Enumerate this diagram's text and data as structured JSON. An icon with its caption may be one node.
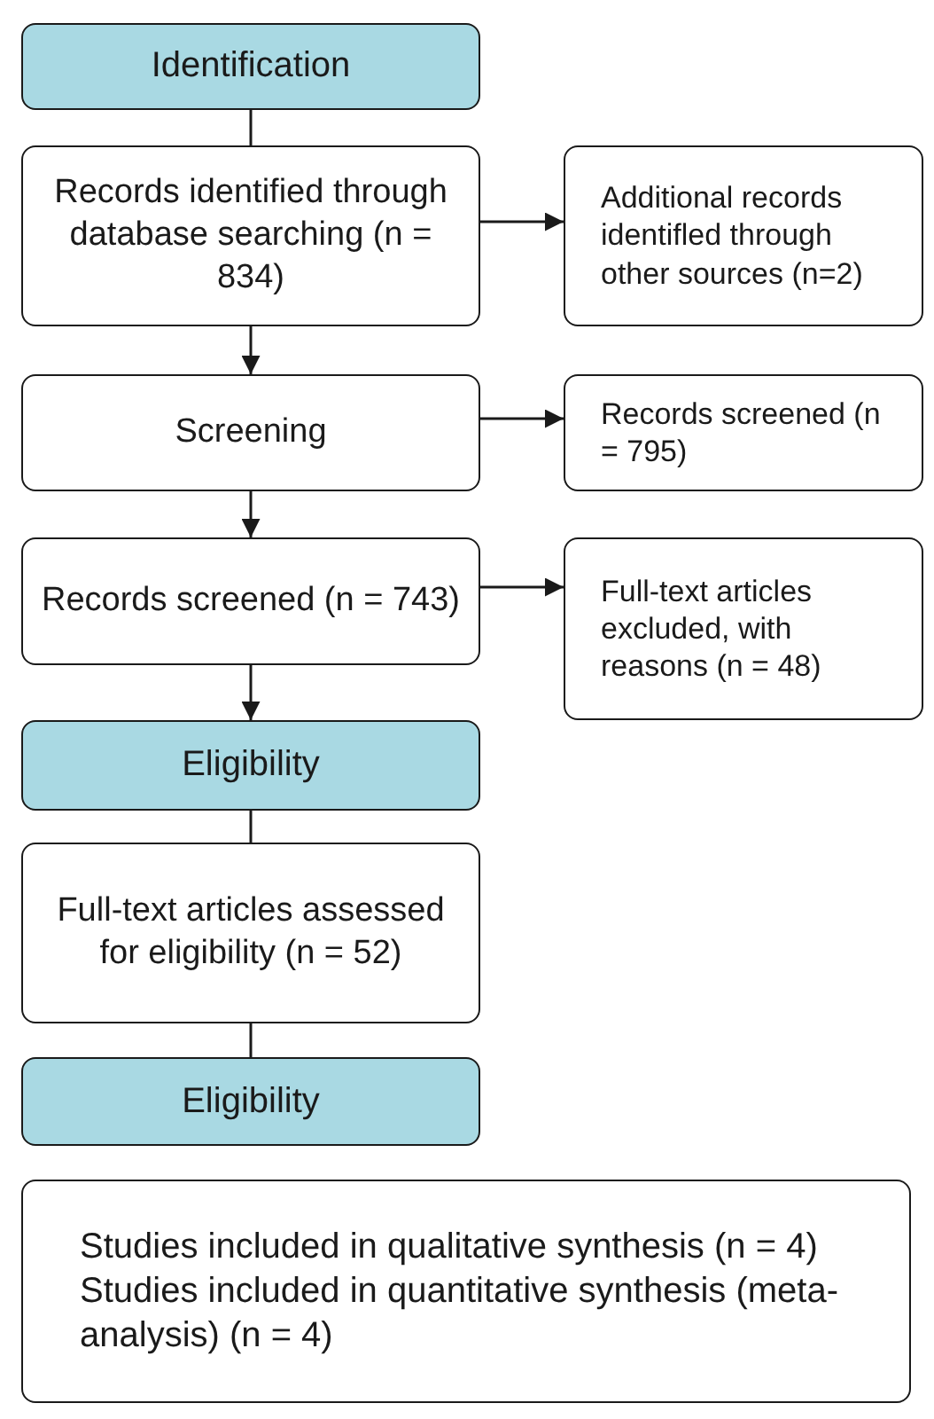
{
  "diagram": {
    "nodes": [
      {
        "text": [
          "Identification"
        ]
      },
      {
        "text": [
          "Records identified through database searching (n = 834)"
        ]
      },
      {
        "text": [
          "Additional records identifled through other sources (n=2)"
        ]
      },
      {
        "text": [
          "Screening"
        ]
      },
      {
        "text": [
          "Records screened (n = 795)"
        ]
      },
      {
        "text": [
          "Records screened (n = 743)"
        ]
      },
      {
        "text": [
          "Full-text articles excluded, with reasons (n = 48)"
        ]
      },
      {
        "text": [
          "Eligibility"
        ]
      },
      {
        "text": [
          "Full-text articles assessed for eligibility (n = 52)"
        ]
      },
      {
        "text": [
          "Eligibility"
        ]
      },
      {
        "text": [
          "Studies included in qualitative synthesis (n = 4)",
          "Studies included in quantitative synthesis (meta-analysis) (n = 4)"
        ]
      }
    ],
    "edges": [
      {
        "from": 0,
        "to": 1,
        "arrow": "none"
      },
      {
        "from": 1,
        "to": 2,
        "arrow": "to"
      },
      {
        "from": 1,
        "to": 3,
        "arrow": "to"
      },
      {
        "from": 3,
        "to": 4,
        "arrow": "to"
      },
      {
        "from": 3,
        "to": 5,
        "arrow": "to"
      },
      {
        "from": 5,
        "to": 6,
        "arrow": "to"
      },
      {
        "from": 5,
        "to": 7,
        "arrow": "to"
      },
      {
        "from": 7,
        "to": 8,
        "arrow": "none"
      },
      {
        "from": 8,
        "to": 9,
        "arrow": "none"
      }
    ]
  }
}
